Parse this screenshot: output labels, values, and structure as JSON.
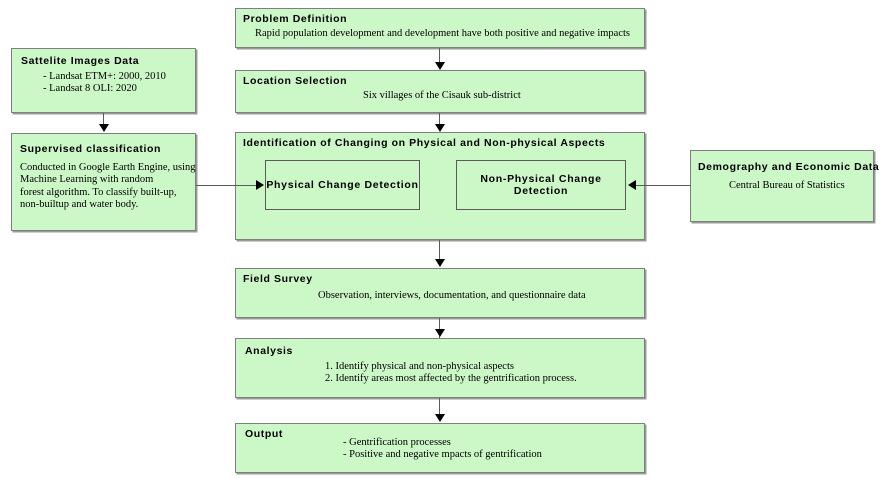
{
  "diagram": {
    "title": "Research methodology flowchart",
    "colors": {
      "box_fill": "#ccf7c6",
      "box_border": "#7f7f7f",
      "arrow": "#000000",
      "text": "#000000"
    },
    "nodes": {
      "problem_definition": {
        "header": "Problem Definition",
        "body": "Rapid population development and development have both positive and negative impacts"
      },
      "location_selection": {
        "header": "Location Selection",
        "body": "Six villages of the Cisauk sub-district"
      },
      "satellite_images_data": {
        "header": "Sattelite Images Data",
        "body_line1": "- Landsat ETM+: 2000, 2010",
        "body_line2": "- Landsat 8 OLI: 2020"
      },
      "supervised_classification": {
        "header": "Supervised classification",
        "body_line1": "Conducted in Google Earth Engine, using",
        "body_line2": "Machine Learning with random",
        "body_line3": "forest algorithm. To classify built-up,",
        "body_line4": "non-builtup and water body."
      },
      "identification": {
        "header": "Identification of Changing on Physical and Non-physical Aspects",
        "physical_change_detection": "Physical Change Detection",
        "non_physical_change_detection": "Non-Physical Change Detection"
      },
      "demography_economic_data": {
        "header": "Demography and Economic Data",
        "body": "Central Bureau of Statistics"
      },
      "field_survey": {
        "header": "Field Survey",
        "body": "Observation, interviews, documentation, and questionnaire data"
      },
      "analysis": {
        "header": "Analysis",
        "body_line1": "1. Identify physical and non-physical aspects",
        "body_line2": "2. Identify areas most affected by the gentrification process."
      },
      "output": {
        "header": "Output",
        "body_line1": "- Gentrification processes",
        "body_line2": "- Positive and negative mpacts of gentrification"
      }
    }
  }
}
